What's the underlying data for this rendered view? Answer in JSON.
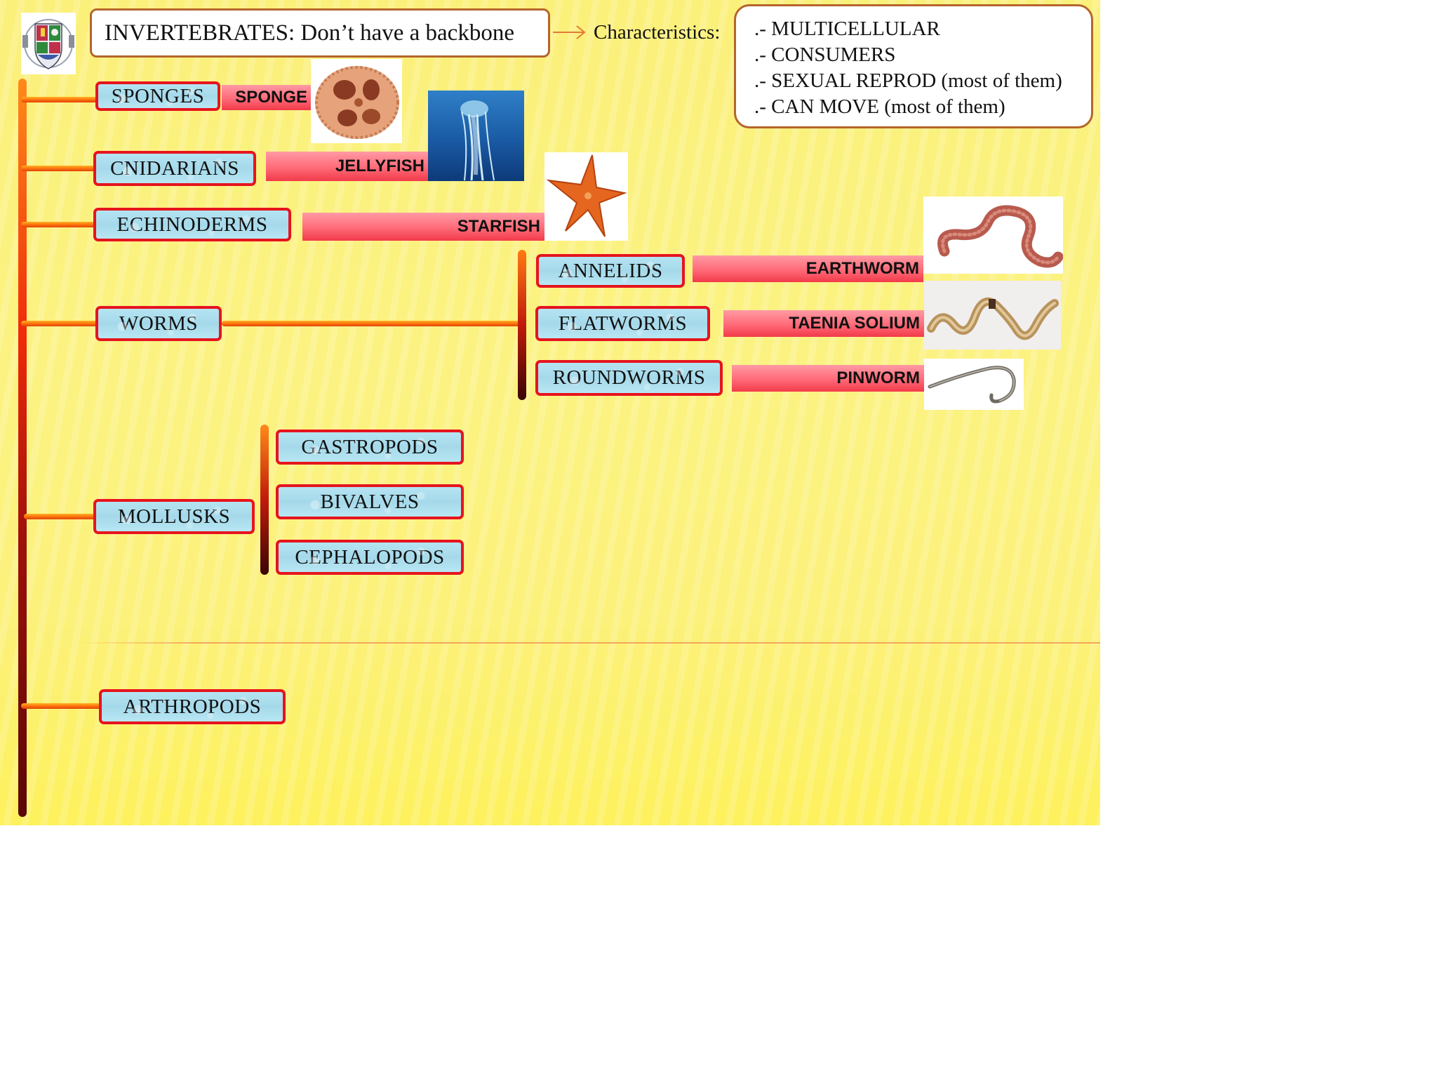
{
  "header": {
    "title": "INVERTEBRATES: Don’t have a backbone",
    "characteristics_label": "Characteristics:",
    "characteristics": [
      ".- MULTICELLULAR",
      ".- CONSUMERS",
      ".- SEXUAL REPROD (most of them)",
      ".- CAN MOVE (most of them)"
    ]
  },
  "groups": {
    "sponges": "SPONGES",
    "cnidarians": "CNIDARIANS",
    "echinoderms": "ECHINODERMS",
    "worms": "WORMS",
    "mollusks": "MOLLUSKS",
    "arthropods": "ARTHROPODS"
  },
  "worm_types": {
    "annelids": "ANNELIDS",
    "flatworms": "FLATWORMS",
    "roundworms": "ROUNDWORMS"
  },
  "mollusk_types": {
    "gastropods": "GASTROPODS",
    "bivalves": "BIVALVES",
    "cephalopods": "CEPHALOPODS"
  },
  "examples": {
    "sponge": "SPONGE",
    "jellyfish": "JELLYFISH",
    "starfish": "STARFISH",
    "earthworm": "EARTHWORM",
    "taenia": "TAENIA SOLIUM",
    "pinworm": "PINWORM"
  },
  "icons": {
    "logo": "school-crest-icon",
    "arrow": "arrow-right-icon"
  },
  "colors": {
    "box_border": "#e6141e",
    "box_fill": "#a5d9ea",
    "bar_fill": "#ff6a78",
    "callout_border": "#b5652a"
  }
}
